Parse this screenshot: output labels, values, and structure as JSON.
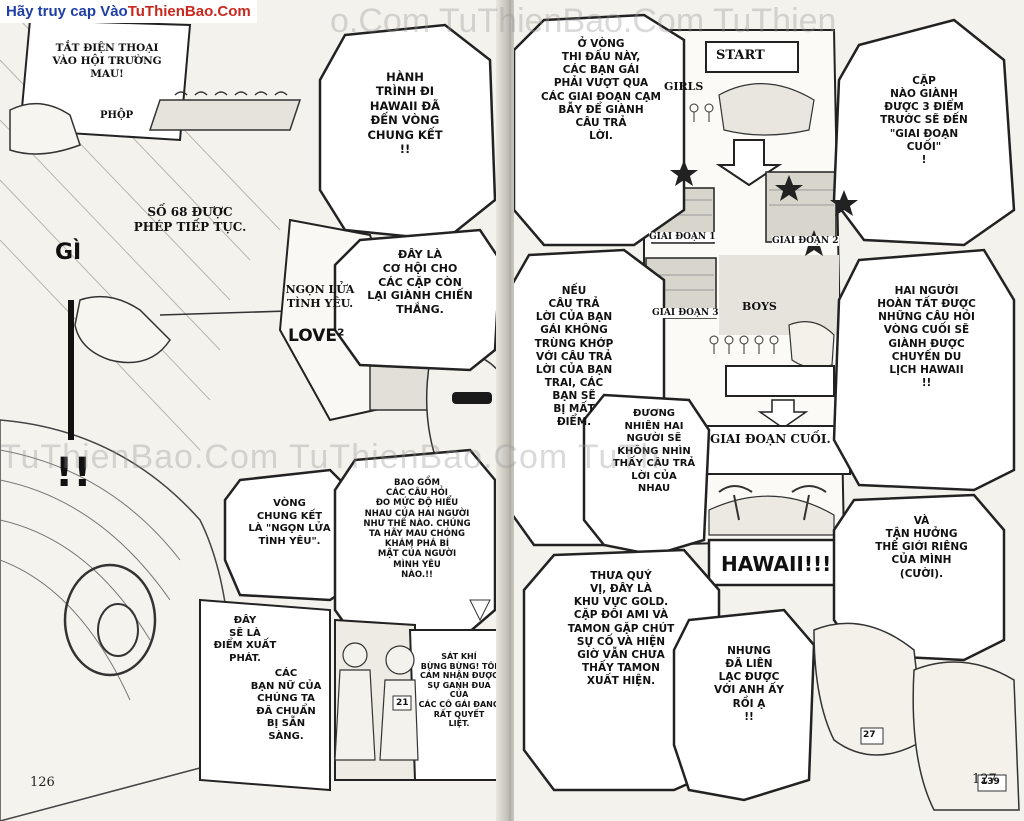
{
  "watermark": {
    "prefix": "Hãy truy cap Vào",
    "site": "TuThienBao.Com",
    "band_text": "TuThienBao.Com TuThienBao.Com TuTh",
    "top_band_text": "o.Com TuThienBao.Com TuThien"
  },
  "left_page": {
    "page_number": "126",
    "phone_note": "TẮT ĐIỆN THOẠI\nVÀO HỘI TRƯỜNG\nMAU!",
    "sfx_phop": "PHỘP",
    "sfx_gi": "GÌ",
    "sfx_exclaim": "!!",
    "number_68": "SỐ 68 ĐƯỢC\nPHÉP TIẾP TỤC.",
    "journey": "HÀNH\nTRÌNH ĐI\nHAWAII ĐÃ\nĐẾN VÒNG\nCHUNG KẾT\n!!",
    "chance": "ĐÂY LÀ\nCƠ HỘI CHO\nCÁC CẶP CÒN\nLẠI GIÀNH CHIẾN\nTHẮNG.",
    "sign": "NGỌN LỬA\nTÌNH YÊU.",
    "sign_love": "LOVE²",
    "final_round": "VÒNG\nCHUNG KẾT\nLÀ \"NGỌN LỬA\nTÌNH YÊU\".",
    "questions": "BAO GỒM\nCÁC CÂU HỎI\nĐO MỨC ĐỘ HIỂU\nNHAU CỦA HAI NGƯỜI\nNHƯ THẾ NÀO. CHÚNG\nTA HÃY MAU CHÓNG\nKHÁM PHÁ BÍ\nMẬT CỦA NGƯỜI\nMÌNH YÊU\nNÀO.!!",
    "start_point": "ĐÂY\nSẼ LÀ\nĐIỂM XUẤT\nPHÁT.",
    "girls_ready": "CÁC\nBẠN NỮ CỦA\nCHÚNG TA\nĐÃ CHUẨN\nBỊ SẴN\nSÀNG.",
    "intense": "SÁT KHÍ\nBỪNG BỪNG! TÔI\nCẢM NHẬN ĐƯỢC\nSỰ GANH ĐUA CỦA\nCÁC CÔ GÁI ĐANG\nRẤT QUYẾT\nLIỆT.",
    "shirt_number": "21"
  },
  "right_page": {
    "page_number": "127",
    "this_round": "Ở VÒNG\nTHI ĐẤU NÀY,\nCÁC BẠN GÁI\nPHẢI VƯỢT QUA\nCÁC GIAI ĐOẠN CẠM\nBẪY ĐỂ GIÀNH\nCÂU TRẢ\nLỜI.",
    "first_three": "CẶP\nNÀO GIÀNH\nĐƯỢC 3 ĐIỂM\nTRƯỚC SẼ ĐẾN\n\"GIAI ĐOẠN\nCUỐI\"\n!",
    "mismatch": "NẾU\nCÂU TRẢ\nLỜI CỦA BẠN\nGÁI KHÔNG\nTRÙNG KHỚP\nVỚI CÂU TRẢ\nLỜI CỦA BẠN\nTRAI, CÁC\nBẠN SẼ\nBỊ MẤT\nĐIỂM.",
    "of_course": "ĐƯƠNG\nNHIÊN HAI\nNGƯỜI SẼ\nKHÔNG NHÌN\nTHẤY CÂU TRẢ\nLỜI CỦA\nNHAU",
    "complete": "HAI NGƯỜI\nHOÀN TẤT ĐƯỢC\nNHỮNG CÂU HỎI\nVÒNG CUỐI SẼ\nGIÀNH ĐƯỢC\nCHUYẾN DU\nLỊCH HAWAII\n!!",
    "enjoy": "VÀ\nTẬN HƯỞNG\nTHẾ GIỚI RIÊNG\nCỦA MÌNH\n(CƯỜI).",
    "gold_area": "THƯA QUÝ\nVỊ, ĐÂY LÀ\nKHU VỰC GOLD.\nCẶP ĐÔI AMI VÀ\nTAMON GẶP CHÚT\nSỰ CỐ VÀ HIỆN\nGIỜ VẪN CHƯA\nTHẤY TAMON\nXUẤT HIỆN.",
    "contacted": "NHƯNG\nĐÃ LIÊN\nLẠC ĐƯỢC\nVỚI ANH ẤY\nRỒI Ạ\n!!",
    "diagram": {
      "start": "START",
      "girls": "GIRLS",
      "stage1": "GIAI ĐOẠN 1",
      "stage2": "GIAI ĐOẠN 2",
      "stage3": "GIAI ĐOẠN 3",
      "boys": "BOYS",
      "final_stage": "GIAI ĐOẠN CUỐI.",
      "hawaii": "HAWAII!!!"
    },
    "shirt_numbers": [
      "27",
      "139"
    ]
  }
}
